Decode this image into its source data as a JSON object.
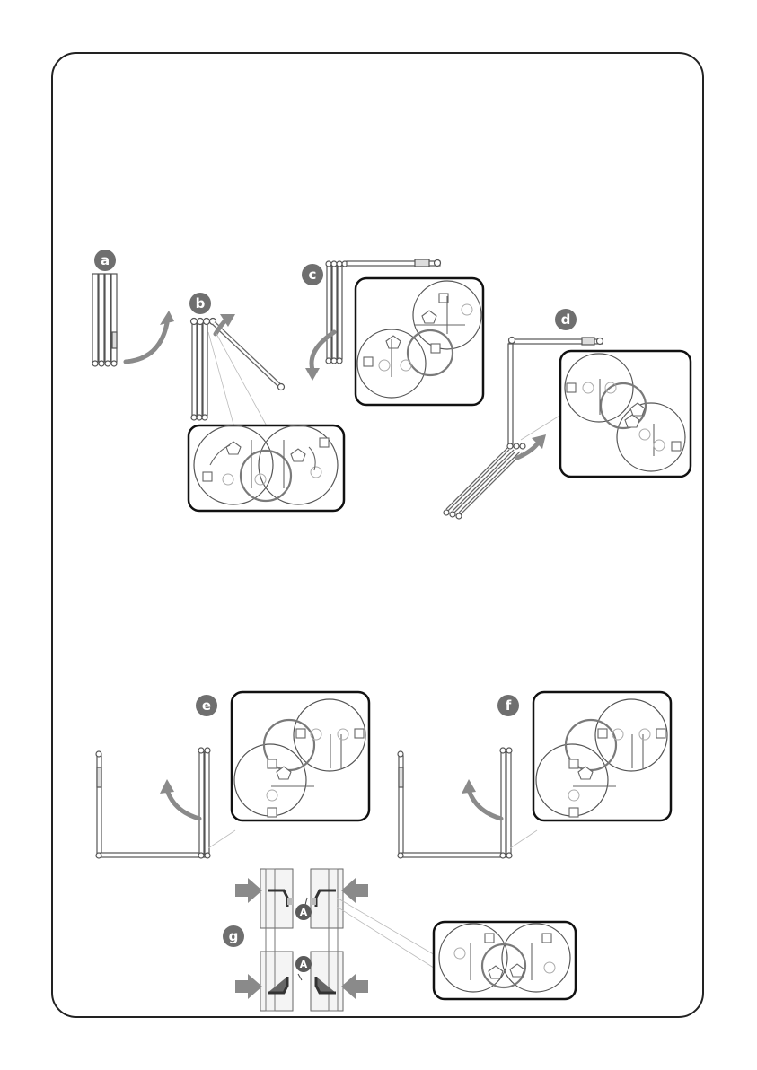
{
  "steps": {
    "a": "a",
    "b": "b",
    "c": "c",
    "d": "d",
    "e": "e",
    "f": "f",
    "g": "g"
  },
  "callouts": {
    "upper": "A",
    "lower": "A"
  },
  "colors": {
    "badge": "#6f6f6f",
    "arrow": "#8a8a8a",
    "frame": "#222222"
  }
}
